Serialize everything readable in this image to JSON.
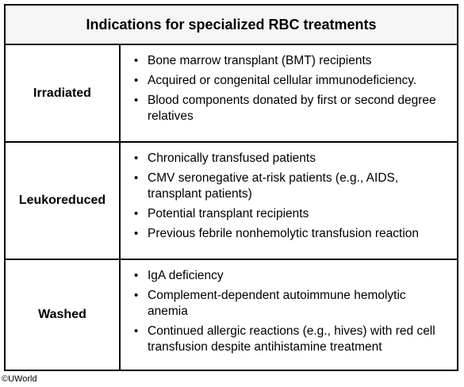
{
  "title": "Indications for specialized RBC treatments",
  "rows": [
    {
      "label": "Irradiated",
      "items": [
        "Bone marrow transplant (BMT) recipients",
        "Acquired or congenital cellular immunodeficiency.",
        "Blood components donated by first or second degree relatives"
      ]
    },
    {
      "label": "Leukoreduced",
      "items": [
        "Chronically transfused patients",
        "CMV seronegative at-risk patients (e.g., AIDS, transplant patients)",
        "Potential transplant recipients",
        "Previous febrile nonhemolytic transfusion reaction"
      ]
    },
    {
      "label": "Washed",
      "items": [
        "IgA deficiency",
        "Complement-dependent autoimmune hemolytic anemia",
        "Continued allergic reactions (e.g., hives) with red cell transfusion despite antihistamine treatment"
      ]
    }
  ],
  "copyright": "©UWorld"
}
